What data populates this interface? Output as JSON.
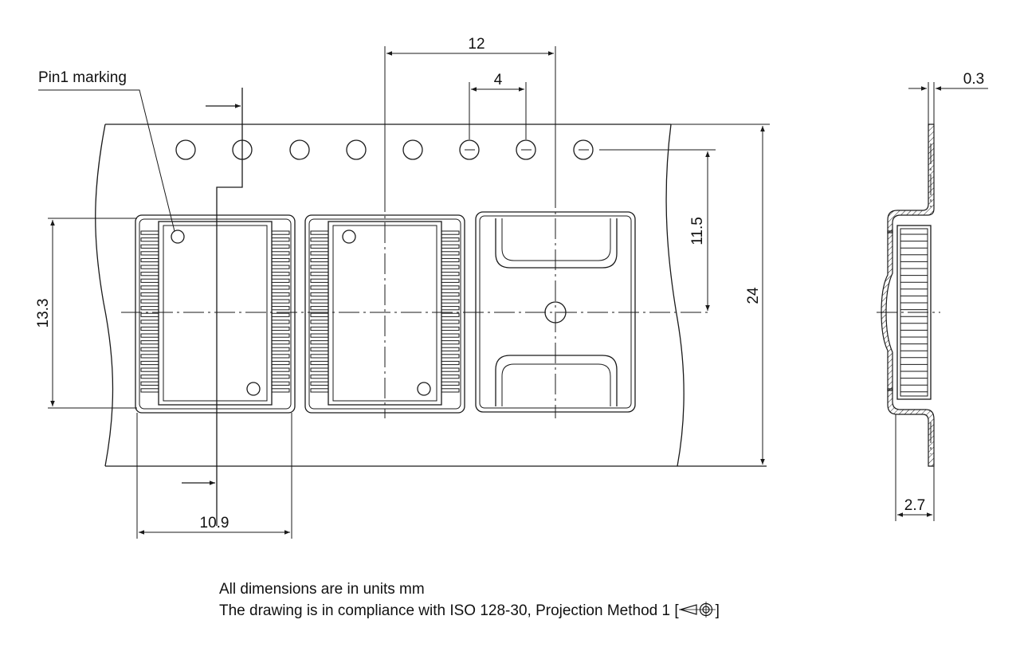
{
  "labels": {
    "pin1": "Pin1 marking"
  },
  "dimensions": {
    "pitch_12": "12",
    "hole_pitch_4": "4",
    "thickness_0_3": "0.3",
    "offset_11_5": "11.5",
    "width_24": "24",
    "pocket_13_3": "13.3",
    "pocket_10_9": "10.9",
    "depth_2_7": "2.7"
  },
  "notes": {
    "line1": "All dimensions are in units mm",
    "line2_prefix": "The drawing is in compliance with ISO 128-30, Projection Method 1 [",
    "line2_suffix": "]"
  }
}
